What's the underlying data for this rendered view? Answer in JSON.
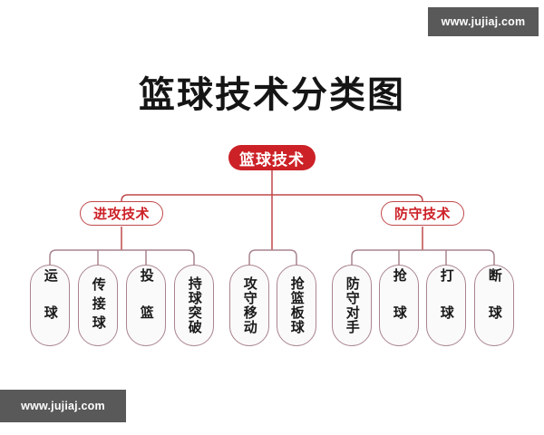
{
  "page": {
    "title": "篮球技术分类图",
    "background_color": "#ffffff"
  },
  "watermarks": {
    "top_right": "www.jujiaj.com",
    "bottom_left": "www.jujiaj.com",
    "background_color": "#595959",
    "text_color": "#ffffff"
  },
  "colors": {
    "root_fill": "#cc2127",
    "root_text": "#ffffff",
    "branch_border": "#c0484a",
    "branch_text": "#cc2127",
    "leaf_border": "#a9848e",
    "leaf_text": "#1a1a1a",
    "connector_red": "#c0484a",
    "connector_mauve": "#a9848e",
    "title_text": "#151515"
  },
  "diagram": {
    "root": {
      "label": "篮球技术"
    },
    "branches": [
      {
        "label": "进攻技术"
      },
      {
        "label": "防守技术"
      }
    ],
    "leaves": [
      {
        "label": "运球",
        "group": "offense"
      },
      {
        "label": "传接球",
        "group": "offense"
      },
      {
        "label": "投篮",
        "group": "offense"
      },
      {
        "label": "持球突破",
        "group": "offense"
      },
      {
        "label": "攻守移动",
        "group": "common"
      },
      {
        "label": "抢篮板球",
        "group": "common"
      },
      {
        "label": "防守对手",
        "group": "defense"
      },
      {
        "label": "抢球",
        "group": "defense"
      },
      {
        "label": "打球",
        "group": "defense"
      },
      {
        "label": "断球",
        "group": "defense"
      }
    ]
  }
}
